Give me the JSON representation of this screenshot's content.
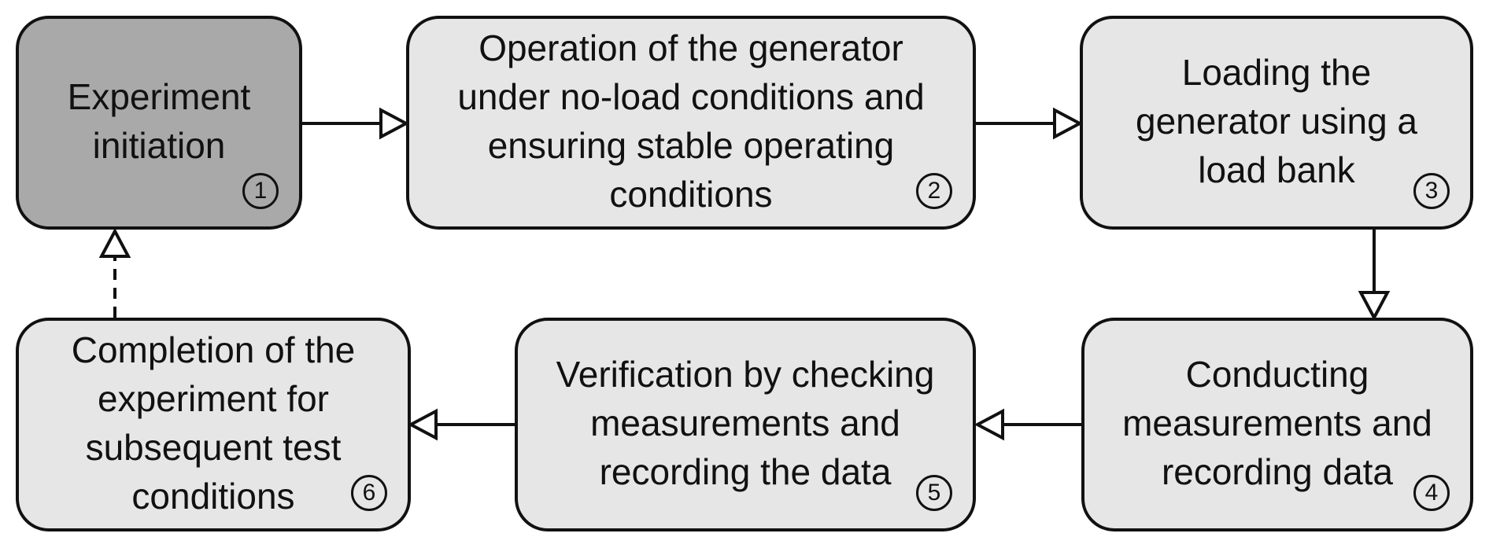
{
  "steps": [
    {
      "number": "1",
      "label": "Experiment\ninitiation"
    },
    {
      "number": "2",
      "label": "Operation of the generator\nunder no-load conditions and\nensuring stable operating\nconditions"
    },
    {
      "number": "3",
      "label": "Loading the\ngenerator using a\nload bank"
    },
    {
      "number": "4",
      "label": "Conducting\nmeasurements and\nrecording data"
    },
    {
      "number": "5",
      "label": "Verification by checking\nmeasurements and\nrecording the data"
    },
    {
      "number": "6",
      "label": "Completion of the\nexperiment for\nsubsequent test\nconditions"
    }
  ],
  "colors": {
    "start_fill": "#a9a9a9",
    "box_fill": "#e6e6e6",
    "stroke": "#111111"
  }
}
